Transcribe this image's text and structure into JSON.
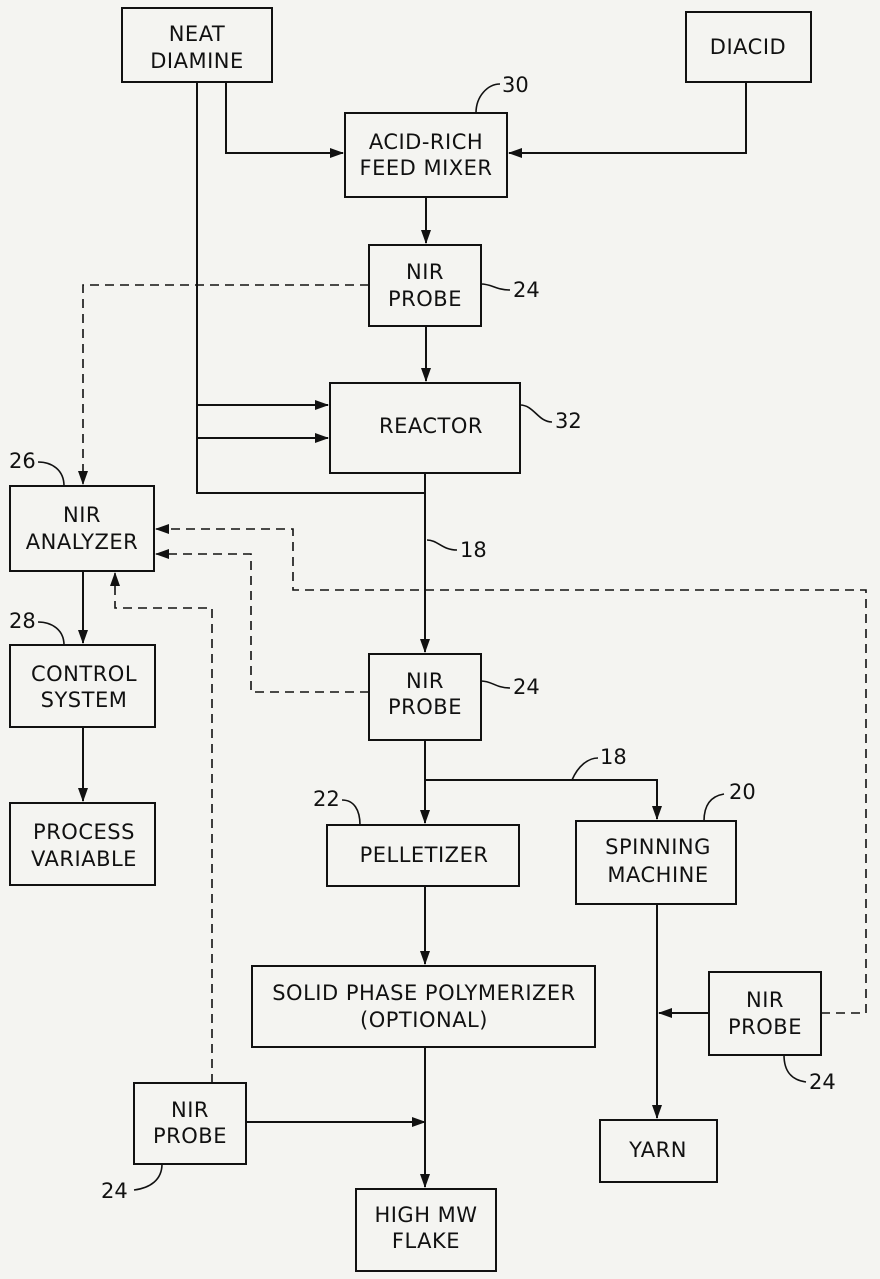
{
  "boxes": {
    "neat_diamine": [
      "NEAT",
      "DIAMINE"
    ],
    "diacid": [
      "DIACID"
    ],
    "feed_mixer": [
      "ACID-RICH",
      "FEED MIXER"
    ],
    "nir_probe_top": [
      "NIR",
      "PROBE"
    ],
    "reactor": [
      "REACTOR"
    ],
    "nir_analyzer": [
      "NIR",
      "ANALYZER"
    ],
    "control_system": [
      "CONTROL",
      "SYSTEM"
    ],
    "process_variable": [
      "PROCESS",
      "VARIABLE"
    ],
    "nir_probe_mid": [
      "NIR",
      "PROBE"
    ],
    "pelletizer": [
      "PELLETIZER"
    ],
    "spinning_machine": [
      "SPINNING",
      "MACHINE"
    ],
    "solid_phase": [
      "SOLID PHASE POLYMERIZER",
      "(OPTIONAL)"
    ],
    "nir_probe_right": [
      "NIR",
      "PROBE"
    ],
    "nir_probe_bottom": [
      "NIR",
      "PROBE"
    ],
    "yarn": [
      "YARN"
    ],
    "high_mw_flake": [
      "HIGH MW",
      "FLAKE"
    ]
  },
  "refs": {
    "feed_mixer": "30",
    "nir_probe_top": "24",
    "reactor": "32",
    "nir_analyzer": "26",
    "line_reactor_out": "18",
    "control_system": "28",
    "nir_probe_mid": "24",
    "line_branch": "18",
    "pelletizer": "22",
    "spinning_machine": "20",
    "nir_probe_right": "24",
    "nir_probe_bottom": "24"
  }
}
